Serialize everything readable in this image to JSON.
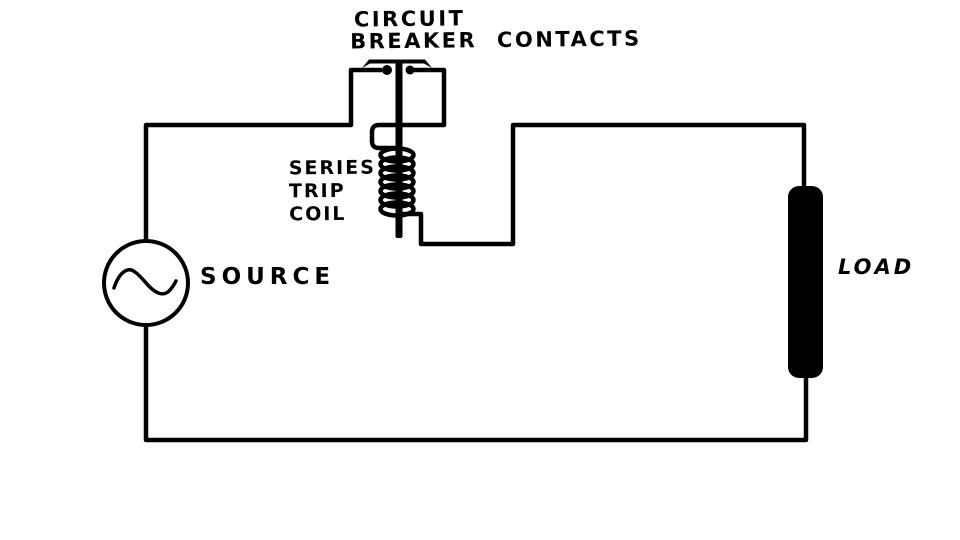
{
  "page": {
    "background_color": "#ffffff",
    "ink_color": "#000000"
  },
  "diagram": {
    "type": "electrical-circuit-schematic",
    "drawing_style": "hand-drawn black marker on white",
    "labels": {
      "breaker_line1": "CIRCUIT",
      "breaker_line2": "BREAKER CONTACTS",
      "coil_line1": "SERIES",
      "coil_line2": "TRIP",
      "coil_line3": "COIL",
      "source": "SOURCE",
      "load": "LOAD"
    },
    "components": [
      {
        "id": "ac-source",
        "label": "SOURCE",
        "symbol": "circle-with-sine-wave"
      },
      {
        "id": "circuit-breaker-contacts",
        "label": "CIRCUIT BREAKER CONTACTS",
        "symbol": "bridging-bar-over-two-contact-dots-with-operating-rod"
      },
      {
        "id": "series-trip-coil",
        "label": "SERIES TRIP COIL",
        "symbol": "coil-wound-around-breaker-operating-rod"
      },
      {
        "id": "load",
        "label": "LOAD",
        "symbol": "solid-black-rounded-bar"
      }
    ],
    "connections": [
      "source-top to breaker-left-contact via top wire",
      "breaker-right-contact down and left into series-trip-coil",
      "series-trip-coil out right and up to top wire to load",
      "load-bottom along bottom return wire to source-bottom"
    ]
  }
}
